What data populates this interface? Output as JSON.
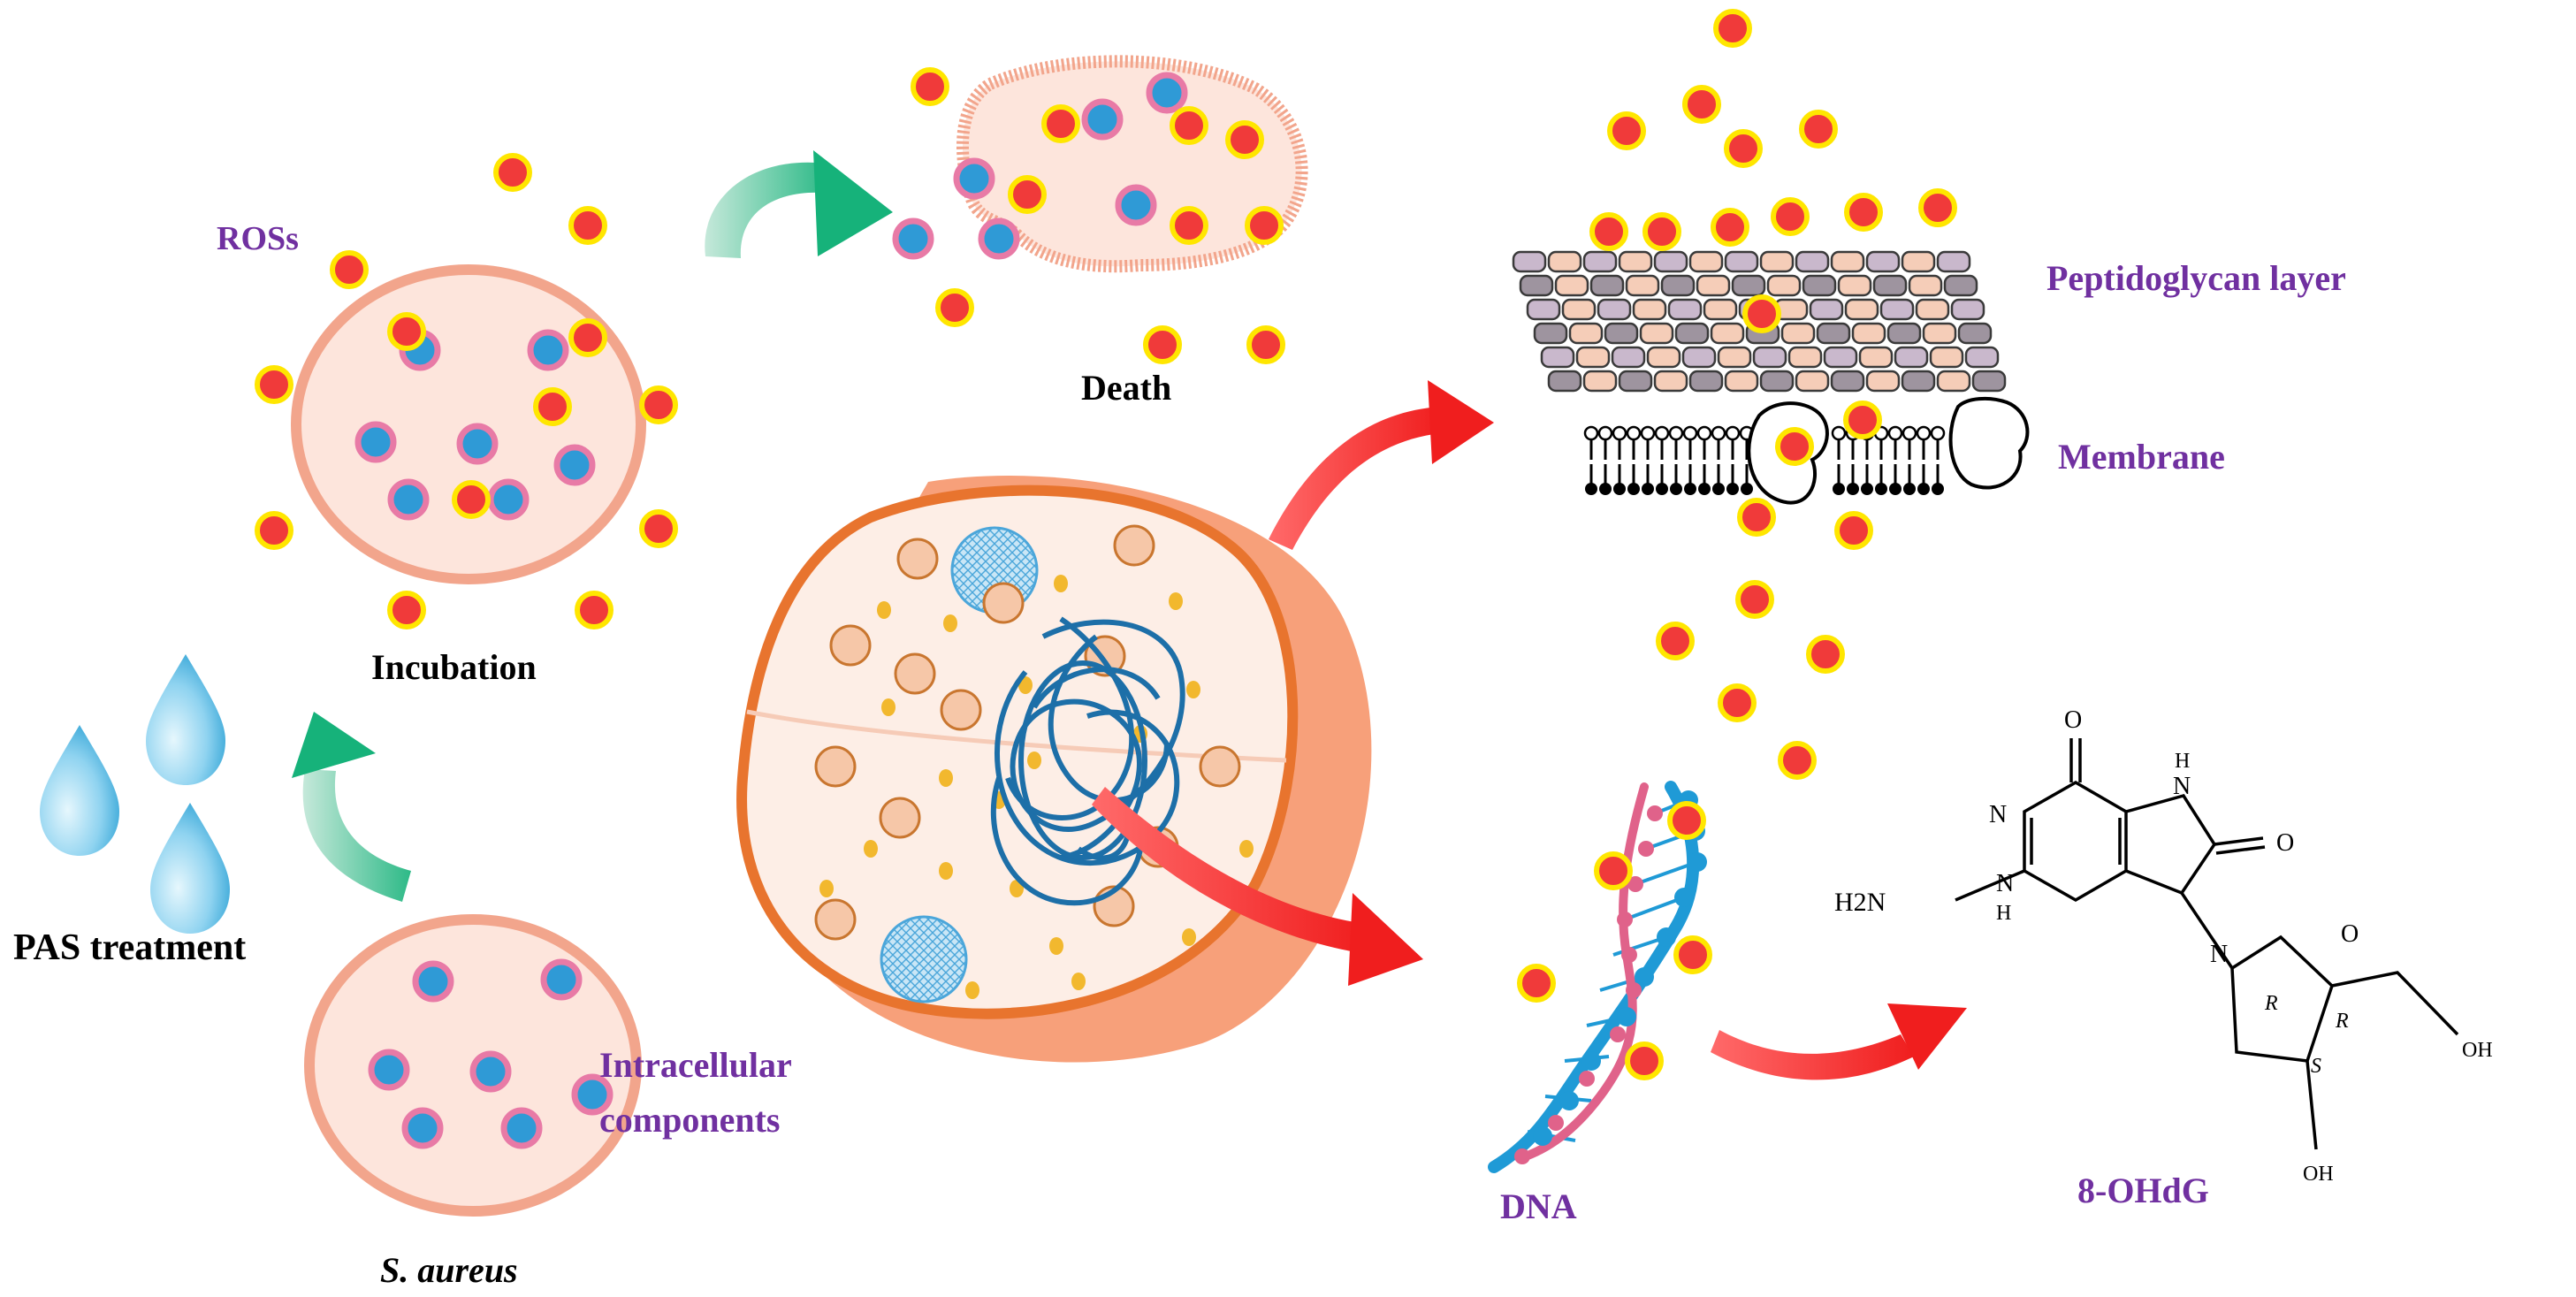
{
  "labels": {
    "ross": "ROSs",
    "incubation": "Incubation",
    "death": "Death",
    "pas_treatment": "PAS treatment",
    "intracellular_1": "Intracellular",
    "intracellular_2": "components",
    "s_aureus": "S. aureus",
    "peptidoglycan": "Peptidoglycan layer",
    "membrane": "Membrane",
    "dna": "DNA",
    "ohdg": "8-OHdG"
  },
  "chem": {
    "o": "O",
    "n": "N",
    "h": "H",
    "h2n": "H2N",
    "r": "R",
    "s": "S",
    "oh": "OH"
  },
  "colors": {
    "ros_core": "#f03a3a",
    "ros_ring": "#ffe600",
    "component_blue": "#2f9ad6",
    "component_ring": "#e87aa6",
    "cell_fill": "#fde5dc",
    "cell_border": "#f2a58c",
    "big_cell_outer": "#f7a07a",
    "big_cell_border": "#e8742e",
    "dna_strand_pink": "#e0628a",
    "dna_strand_blue": "#1f9ad6",
    "arrow_red": "#f01e1e",
    "arrow_green": "#16b27a",
    "label_purple": "#7030a0"
  }
}
